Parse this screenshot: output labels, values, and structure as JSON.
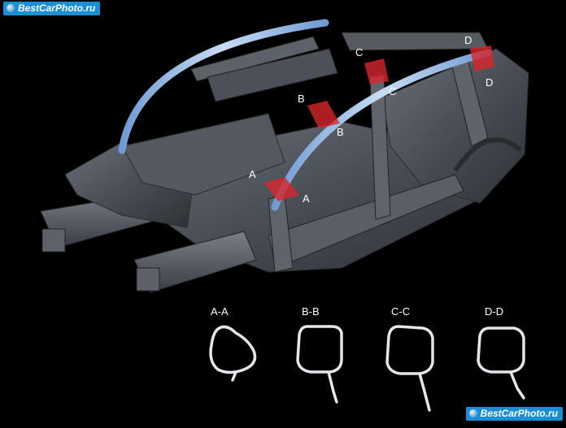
{
  "watermark": {
    "top_text": "BestCarPhoto.ru",
    "bottom_text": "BestCarPhoto.ru"
  },
  "section_markers": [
    {
      "id": "A",
      "label_1": "A",
      "label_2": "A"
    },
    {
      "id": "B",
      "label_1": "B",
      "label_2": "B"
    },
    {
      "id": "C",
      "label_1": "C",
      "label_2": "C"
    },
    {
      "id": "D",
      "label_1": "D",
      "label_2": "D"
    }
  ],
  "profiles": [
    {
      "label": "A-A"
    },
    {
      "label": "B-B"
    },
    {
      "label": "C-C"
    },
    {
      "label": "D-D"
    }
  ],
  "colors": {
    "background": "#000000",
    "body_metal": "#4a4e55",
    "roof_tube": "#8fb4df",
    "section_plane": "#d8262c",
    "profile_stroke": "#e6e6ea",
    "label_text": "#ffffff",
    "watermark_bg": "#1a8fd6"
  }
}
